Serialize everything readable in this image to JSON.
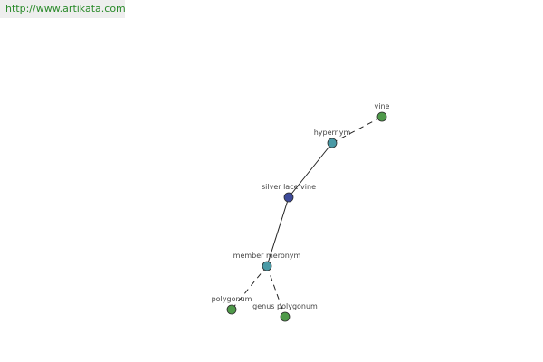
{
  "banner": {
    "url": "http://www.artikata.com"
  },
  "colors": {
    "center": "#3d4a9a",
    "relation": "#4a9aa6",
    "leaf": "#4f9a4a",
    "banner_text": "#2a8a2a",
    "banner_bg": "#eeeeee"
  },
  "graph": {
    "nodes": [
      {
        "id": "silver-lace-vine",
        "label": "silver lace vine",
        "kind": "center"
      },
      {
        "id": "hypernym",
        "label": "hypernym",
        "kind": "relation"
      },
      {
        "id": "vine",
        "label": "vine",
        "kind": "leaf"
      },
      {
        "id": "member-meronym",
        "label": "member meronym",
        "kind": "relation"
      },
      {
        "id": "polygonum",
        "label": "polygonum",
        "kind": "leaf"
      },
      {
        "id": "genus-polygonum",
        "label": "genus polygonum",
        "kind": "leaf"
      }
    ],
    "edges": [
      {
        "from": "silver-lace-vine",
        "to": "hypernym",
        "style": "solid"
      },
      {
        "from": "hypernym",
        "to": "vine",
        "style": "dashed"
      },
      {
        "from": "silver-lace-vine",
        "to": "member-meronym",
        "style": "solid"
      },
      {
        "from": "member-meronym",
        "to": "polygonum",
        "style": "dashed"
      },
      {
        "from": "member-meronym",
        "to": "genus-polygonum",
        "style": "dashed"
      }
    ]
  }
}
